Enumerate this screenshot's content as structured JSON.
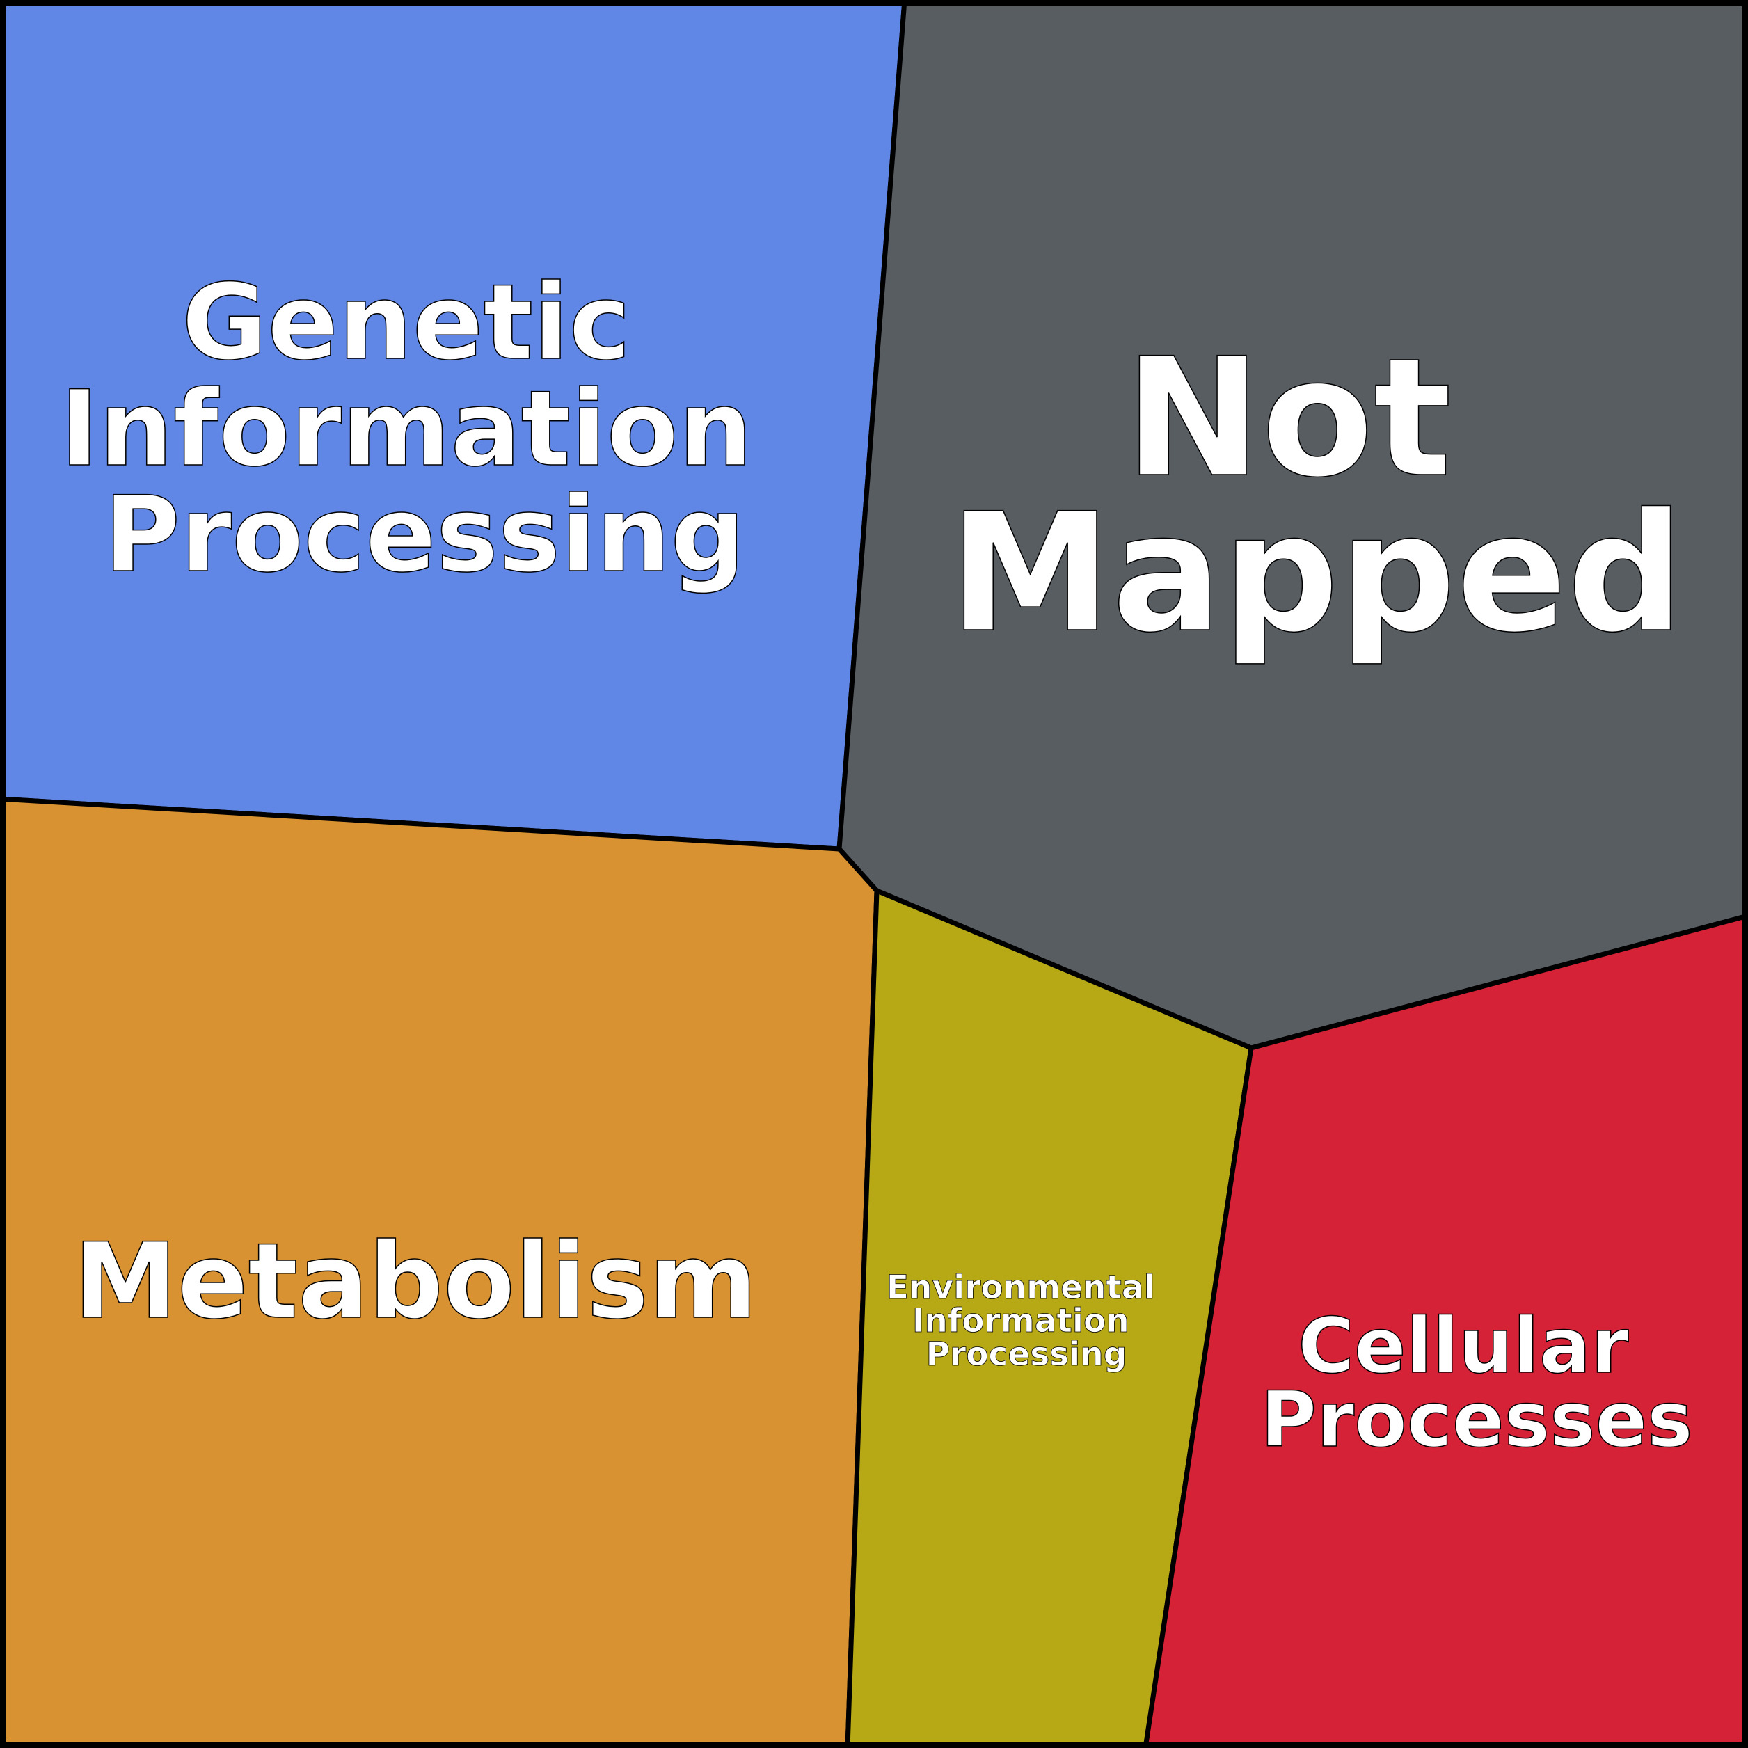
{
  "chart_data": {
    "type": "treemap",
    "subtype": "voronoi",
    "title": "",
    "cells": [
      {
        "name": "Genetic Information Processing",
        "lines": [
          "Genetic",
          "Information",
          "Processing"
        ],
        "share_pct": 23.5,
        "color": "#6187E6"
      },
      {
        "name": "Not Mapped",
        "lines": [
          "Not",
          "Mapped"
        ],
        "share_pct": 28.0,
        "color": "#585D62"
      },
      {
        "name": "Metabolism",
        "lines": [
          "Metabolism"
        ],
        "share_pct": 26.0,
        "color": "#D99231"
      },
      {
        "name": "Environmental Information Processing",
        "lines": [
          "Environmental",
          "Information",
          "Processing"
        ],
        "share_pct": 8.7,
        "color": "#B6A915"
      },
      {
        "name": "Cellular Processes",
        "lines": [
          "Cellular",
          "Processes"
        ],
        "share_pct": 13.7,
        "color": "#D62237"
      }
    ]
  }
}
